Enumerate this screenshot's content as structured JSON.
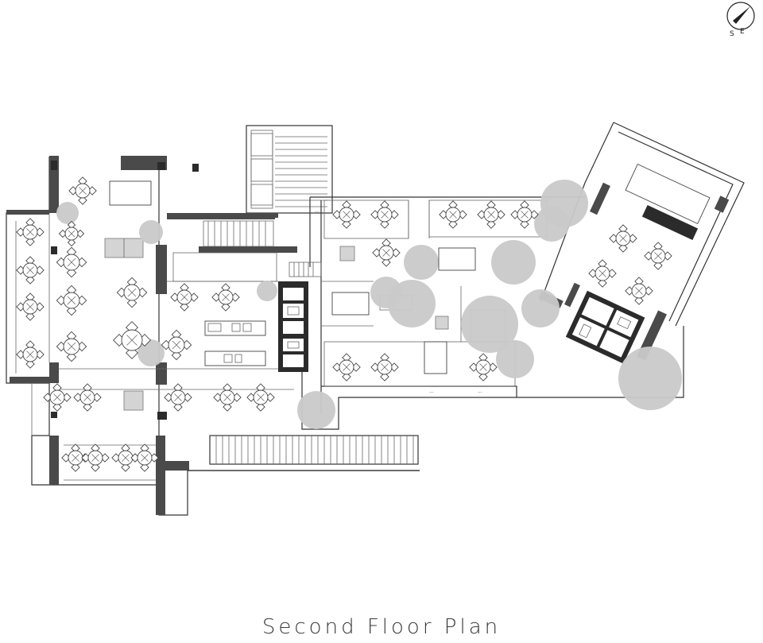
{
  "title": "Second Floor Plan",
  "compass": {
    "labels": [
      "S",
      "E"
    ]
  },
  "colors": {
    "wall": "#4a4a4a",
    "tree_canopy": "#c9c9c9",
    "line": "#333333"
  },
  "icons": [
    "compass-icon",
    "table-icon",
    "tree-icon",
    "stair-icon",
    "toilet-icon"
  ]
}
